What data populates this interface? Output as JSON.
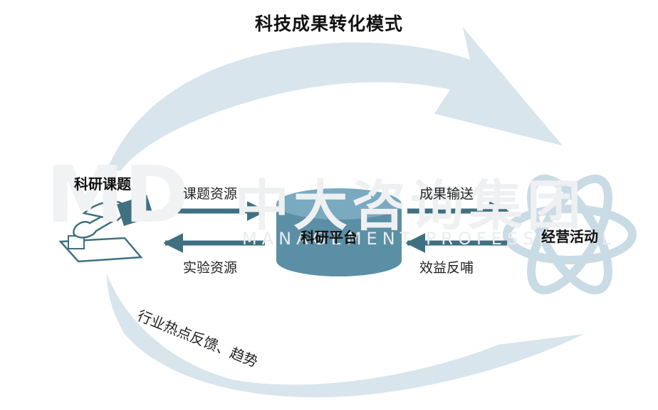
{
  "title": "科技成果转化模式",
  "nodes": {
    "research_topic": "科研课题",
    "research_platform": "科研平台",
    "business_activity": "经营活动"
  },
  "edges": {
    "topic_resources": "课题资源",
    "experiment_resources": "实验资源",
    "output_delivery": "成果输送",
    "benefit_feedback": "效益反哺",
    "industry_feedback": "行业热点反馈、趋势"
  },
  "watermark": {
    "logo_text": "MD",
    "company_name": "中大咨询集团",
    "english_text": "MANAGEMENT PROFESSIONAL"
  },
  "colors": {
    "arrow_dark": "#3f7082",
    "big_arrow": "#d8e5ec",
    "cylinder_body": "#5b8fa6",
    "cylinder_top": "#7aaac0",
    "atom": "#c9dbe4"
  }
}
